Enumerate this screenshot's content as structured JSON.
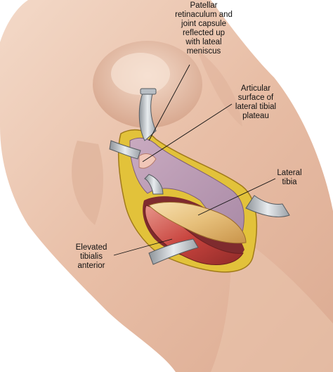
{
  "labels": {
    "patellar": "Patellar\nretinaculum and\njoint capsule\nreflected up\nwith lateal\nmeniscus",
    "articular": "Articular\nsurface of\nlateral tibial\nplateau",
    "lateral_tibia": "Lateral\ntibia",
    "tibialis": "Elevated\ntibialis\nanterior"
  }
}
